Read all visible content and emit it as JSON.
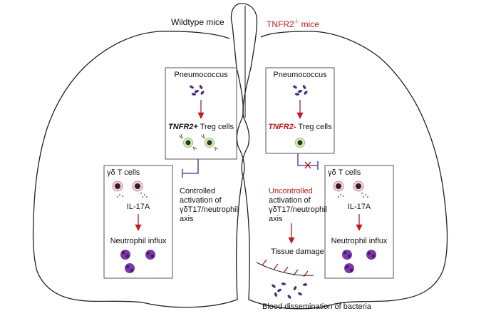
{
  "left": {
    "title": "Wildtype mice",
    "top_box": {
      "heading": "Pneumococcus",
      "cell_bold": "TNFR2+",
      "cell_rest": " Treg cells"
    },
    "side_box": {
      "heading": "γδ T cells",
      "cytokine": "IL-17A",
      "outcome": "Neutrophil influx"
    },
    "effect": {
      "line1": "Controlled",
      "line2": "activation of",
      "line3": "γδT17/neutrophil",
      "line4": "axis"
    }
  },
  "right": {
    "title": "TNFR2",
    "title_sup": "-/-",
    "title_suffix": " mice",
    "top_box": {
      "heading": "Pneumococcus",
      "cell_bold": "TNFR2-",
      "cell_rest": " Treg cells"
    },
    "side_box": {
      "heading": "γδ T cells",
      "cytokine": "IL-17A",
      "outcome": "Neutrophil influx"
    },
    "effect": {
      "line1": "Uncontrolled",
      "line2": "activation of",
      "line3": "γδT17/neutrophil",
      "line4": "axis"
    },
    "damage": "Tissue damage",
    "dissemination": "Blood dissemination of bacteria"
  },
  "colors": {
    "arrow": "#c0191e",
    "inhibit": "#5a4fb0",
    "bacteria": "#4a2a80",
    "lung_outline": "#222222",
    "accent_text": "#c0191e",
    "neutrophil": "#7a3aa8"
  }
}
